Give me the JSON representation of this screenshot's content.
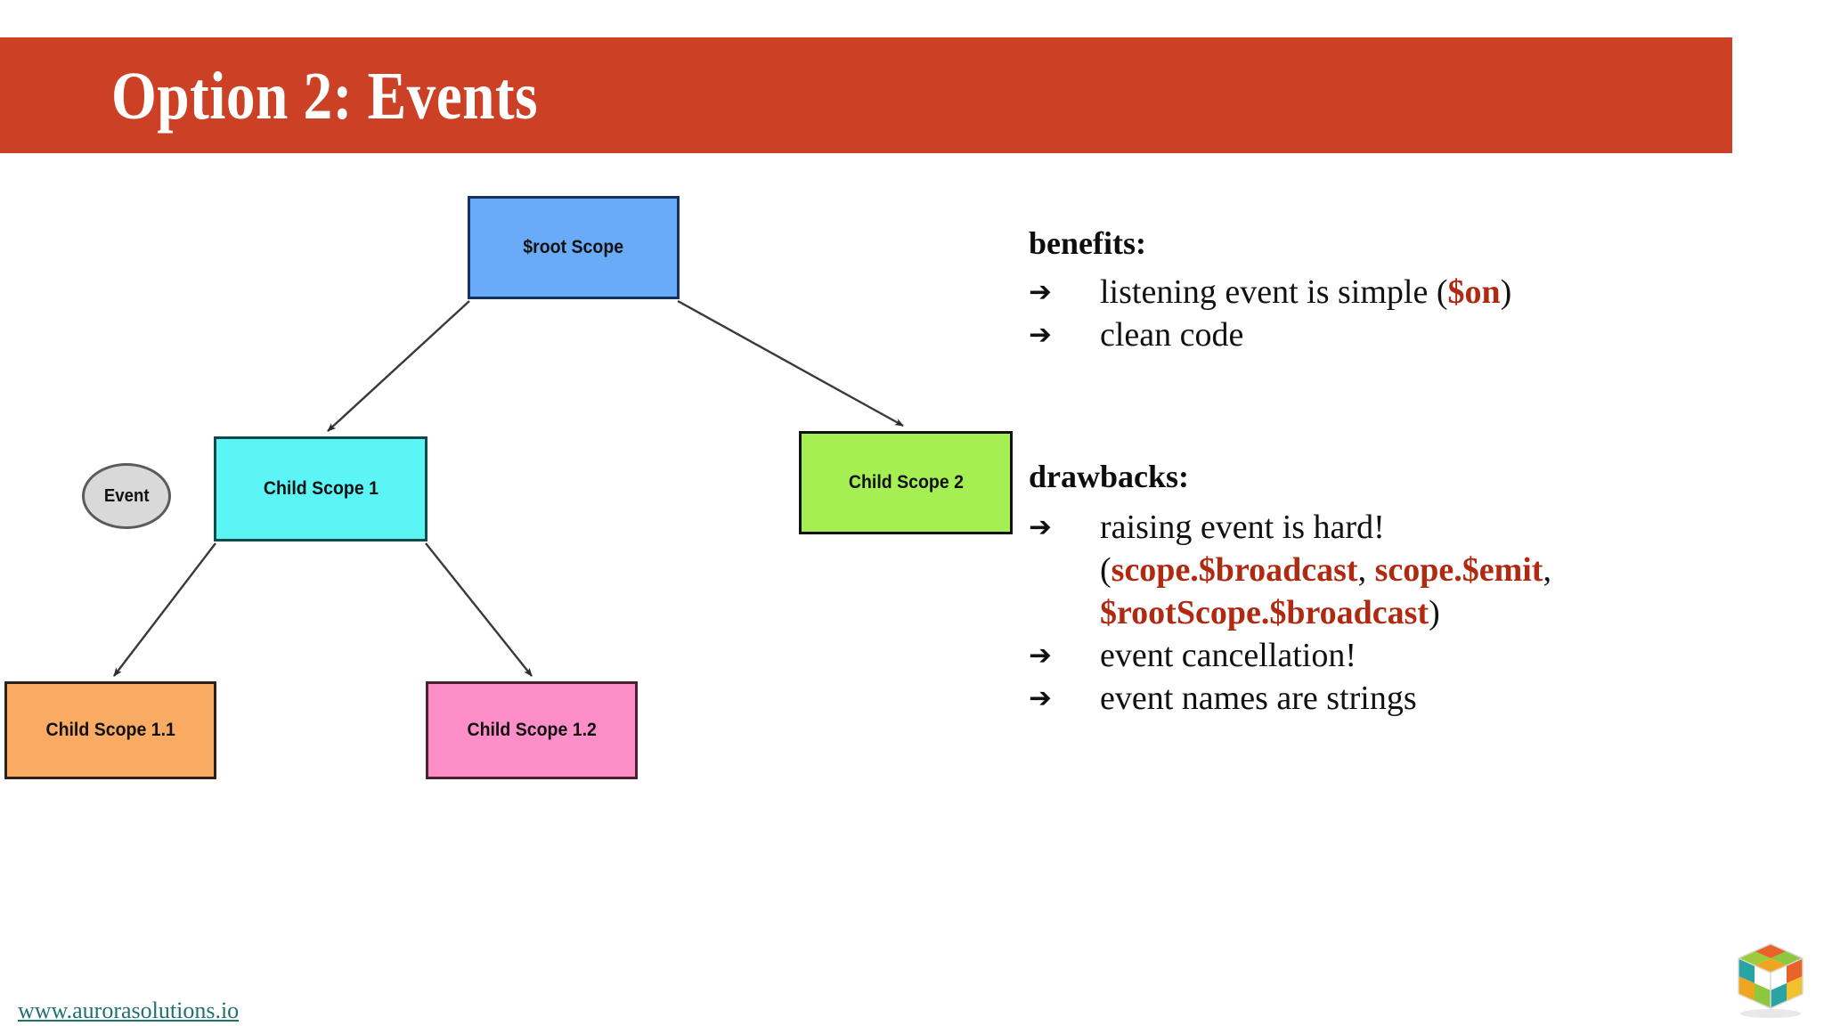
{
  "slide": {
    "title": "Option 2: Events",
    "banner_color": "#cc4125",
    "accent_code_color": "#b02a11",
    "background_color": "#ffffff"
  },
  "diagram": {
    "nodes": [
      {
        "id": "root",
        "label": "$root Scope",
        "fill": "#6aabf7",
        "border": "#15325e",
        "shape": "rectangle"
      },
      {
        "id": "child1",
        "label": "Child Scope 1",
        "fill": "#5cf5f5",
        "border": "#0d4a4a",
        "shape": "rectangle"
      },
      {
        "id": "child2",
        "label": "Child Scope 2",
        "fill": "#a5ef52",
        "border": "#10100f",
        "shape": "rectangle"
      },
      {
        "id": "child11",
        "label": "Child Scope 1.1",
        "fill": "#f9ab63",
        "border": "#2b211b",
        "shape": "rectangle"
      },
      {
        "id": "child12",
        "label": "Child Scope 1.2",
        "fill": "#fd8ec8",
        "border": "#4a2233",
        "shape": "rectangle"
      },
      {
        "id": "event",
        "label": "Event",
        "fill": "#d9d9d9",
        "border": "#5b5b5b",
        "shape": "ellipse"
      }
    ],
    "edges": [
      {
        "from": "root",
        "to": "child1"
      },
      {
        "from": "root",
        "to": "child2"
      },
      {
        "from": "child1",
        "to": "child11"
      },
      {
        "from": "child1",
        "to": "child12"
      }
    ]
  },
  "benefits": {
    "heading": "benefits:",
    "arrow_glyph": "➔",
    "items": [
      {
        "lines": [
          {
            "parts": [
              {
                "text": "listening event is simple (",
                "style": "plain"
              },
              {
                "text": "$on",
                "style": "code"
              },
              {
                "text": ")",
                "style": "plain"
              }
            ]
          }
        ]
      },
      {
        "lines": [
          {
            "parts": [
              {
                "text": "clean code",
                "style": "plain"
              }
            ]
          }
        ]
      }
    ]
  },
  "drawbacks": {
    "heading": "drawbacks:",
    "arrow_glyph": "➔",
    "items": [
      {
        "lines": [
          {
            "parts": [
              {
                "text": "raising event is hard!",
                "style": "plain"
              }
            ]
          },
          {
            "parts": [
              {
                "text": "(",
                "style": "plain"
              },
              {
                "text": "scope.$broadcast",
                "style": "code"
              },
              {
                "text": ", ",
                "style": "plain"
              },
              {
                "text": "scope.$emit",
                "style": "code"
              },
              {
                "text": ",",
                "style": "plain"
              }
            ]
          },
          {
            "parts": [
              {
                "text": "$rootScope.$broadcast",
                "style": "code"
              },
              {
                "text": ")",
                "style": "plain"
              }
            ]
          }
        ]
      },
      {
        "lines": [
          {
            "parts": [
              {
                "text": "event cancellation!",
                "style": "plain"
              }
            ]
          }
        ]
      },
      {
        "lines": [
          {
            "parts": [
              {
                "text": "event names are strings",
                "style": "plain"
              }
            ]
          }
        ]
      }
    ]
  },
  "footer": {
    "link_text": "www.aurorasolutions.io",
    "link_color": "#22706e",
    "logo_name": "rubiks-cube-logo"
  }
}
